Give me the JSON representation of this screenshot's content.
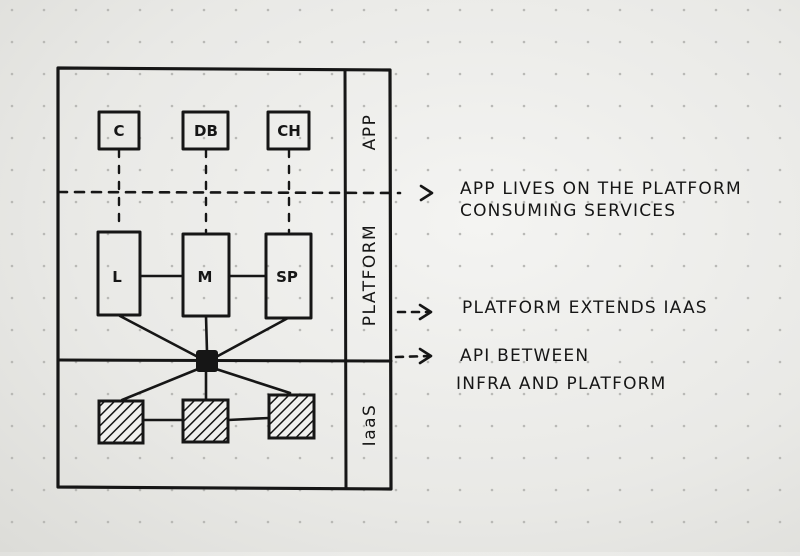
{
  "diagram": {
    "layers": {
      "app": "APP",
      "platform": "PLATFORM",
      "iaas": "IaaS"
    },
    "app_boxes": [
      "C",
      "DB",
      "CH"
    ],
    "platform_boxes": [
      "L",
      "M",
      "SP"
    ],
    "annotations": [
      "APP LIVES ON THE PLATFORM",
      "CONSUMING SERVICES",
      "PLATFORM EXTENDS IAAS",
      "API BETWEEN",
      "INFRA AND PLATFORM"
    ],
    "colors": {
      "ink": "#161616",
      "paper": "#ececea"
    }
  }
}
